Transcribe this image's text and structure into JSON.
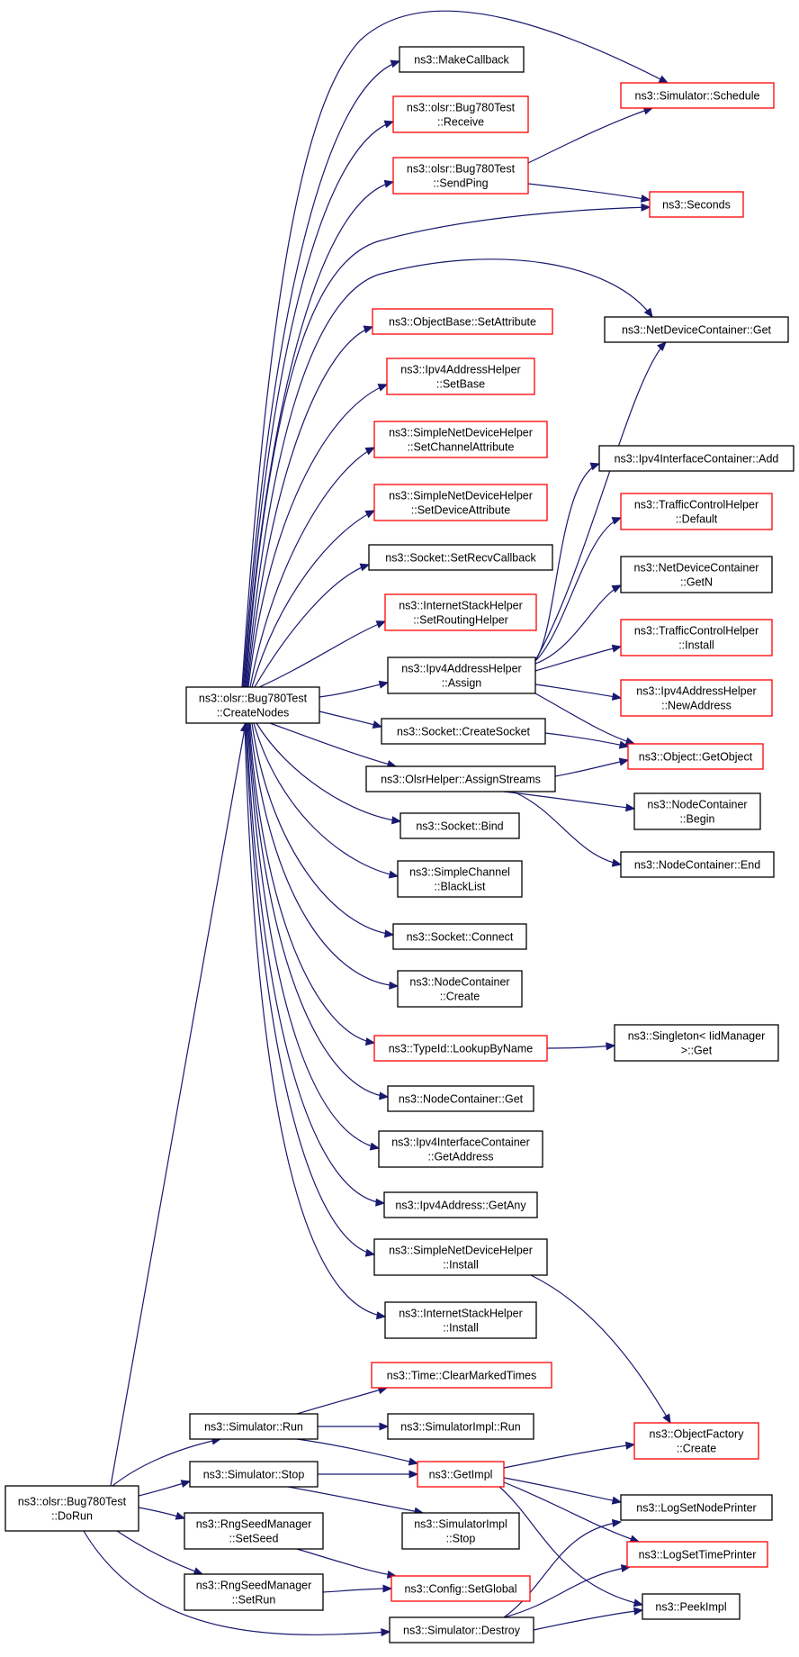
{
  "colors": {
    "edge": "#191970",
    "node_border": "#000000",
    "node_border_linked": "#ff0000",
    "root_fill": "#bfbfbf"
  },
  "nodes": [
    {
      "id": "dorun",
      "lines": [
        "ns3::olsr::Bug780Test",
        "::DoRun"
      ],
      "style": "root"
    },
    {
      "id": "createnodes",
      "lines": [
        "ns3::olsr::Bug780Test",
        "::CreateNodes"
      ],
      "style": "black"
    },
    {
      "id": "makecallback",
      "lines": [
        "ns3::MakeCallback"
      ],
      "style": "black"
    },
    {
      "id": "receive",
      "lines": [
        "ns3::olsr::Bug780Test",
        "::Receive"
      ],
      "style": "red"
    },
    {
      "id": "sendping",
      "lines": [
        "ns3::olsr::Bug780Test",
        "::SendPing"
      ],
      "style": "red"
    },
    {
      "id": "schedule",
      "lines": [
        "ns3::Simulator::Schedule"
      ],
      "style": "red"
    },
    {
      "id": "seconds",
      "lines": [
        "ns3::Seconds"
      ],
      "style": "red"
    },
    {
      "id": "setattribute",
      "lines": [
        "ns3::ObjectBase::SetAttribute"
      ],
      "style": "red"
    },
    {
      "id": "ndcget",
      "lines": [
        "ns3::NetDeviceContainer::Get"
      ],
      "style": "black"
    },
    {
      "id": "setbase",
      "lines": [
        "ns3::Ipv4AddressHelper",
        "::SetBase"
      ],
      "style": "red"
    },
    {
      "id": "setchannelattr",
      "lines": [
        "ns3::SimpleNetDeviceHelper",
        "::SetChannelAttribute"
      ],
      "style": "red"
    },
    {
      "id": "setdeviceattr",
      "lines": [
        "ns3::SimpleNetDeviceHelper",
        "::SetDeviceAttribute"
      ],
      "style": "red"
    },
    {
      "id": "setrecvcallback",
      "lines": [
        "ns3::Socket::SetRecvCallback"
      ],
      "style": "black"
    },
    {
      "id": "setroutinghelper",
      "lines": [
        "ns3::InternetStackHelper",
        "::SetRoutingHelper"
      ],
      "style": "red"
    },
    {
      "id": "assign",
      "lines": [
        "ns3::Ipv4AddressHelper",
        "::Assign"
      ],
      "style": "black"
    },
    {
      "id": "ificadd",
      "lines": [
        "ns3::Ipv4InterfaceContainer::Add"
      ],
      "style": "black"
    },
    {
      "id": "tcdefault",
      "lines": [
        "ns3::TrafficControlHelper",
        "::Default"
      ],
      "style": "red"
    },
    {
      "id": "ndcgetn",
      "lines": [
        "ns3::NetDeviceContainer",
        "::GetN"
      ],
      "style": "black"
    },
    {
      "id": "tcinstall",
      "lines": [
        "ns3::TrafficControlHelper",
        "::Install"
      ],
      "style": "red"
    },
    {
      "id": "newaddress",
      "lines": [
        "ns3::Ipv4AddressHelper",
        "::NewAddress"
      ],
      "style": "red"
    },
    {
      "id": "createsocket",
      "lines": [
        "ns3::Socket::CreateSocket"
      ],
      "style": "black"
    },
    {
      "id": "getobject",
      "lines": [
        "ns3::Object::GetObject"
      ],
      "style": "red"
    },
    {
      "id": "assignstreams",
      "lines": [
        "ns3::OlsrHelper::AssignStreams"
      ],
      "style": "black"
    },
    {
      "id": "ncbegin",
      "lines": [
        "ns3::NodeContainer",
        "::Begin"
      ],
      "style": "black"
    },
    {
      "id": "ncend",
      "lines": [
        "ns3::NodeContainer::End"
      ],
      "style": "black"
    },
    {
      "id": "bind",
      "lines": [
        "ns3::Socket::Bind"
      ],
      "style": "black"
    },
    {
      "id": "blacklist",
      "lines": [
        "ns3::SimpleChannel",
        "::BlackList"
      ],
      "style": "black"
    },
    {
      "id": "connect",
      "lines": [
        "ns3::Socket::Connect"
      ],
      "style": "black"
    },
    {
      "id": "nccreate",
      "lines": [
        "ns3::NodeContainer",
        "::Create"
      ],
      "style": "black"
    },
    {
      "id": "lookupbyname",
      "lines": [
        "ns3::TypeId::LookupByName"
      ],
      "style": "red"
    },
    {
      "id": "singletonget",
      "lines": [
        "ns3::Singleton< IidManager",
        " >::Get"
      ],
      "style": "black"
    },
    {
      "id": "ncget",
      "lines": [
        "ns3::NodeContainer::Get"
      ],
      "style": "black"
    },
    {
      "id": "getaddress",
      "lines": [
        "ns3::Ipv4InterfaceContainer",
        "::GetAddress"
      ],
      "style": "black"
    },
    {
      "id": "getany",
      "lines": [
        "ns3::Ipv4Address::GetAny"
      ],
      "style": "black"
    },
    {
      "id": "sndhinstall",
      "lines": [
        "ns3::SimpleNetDeviceHelper",
        "::Install"
      ],
      "style": "black"
    },
    {
      "id": "ishinstall",
      "lines": [
        "ns3::InternetStackHelper",
        "::Install"
      ],
      "style": "black"
    },
    {
      "id": "clearmarked",
      "lines": [
        "ns3::Time::ClearMarkedTimes"
      ],
      "style": "red"
    },
    {
      "id": "simrun",
      "lines": [
        "ns3::Simulator::Run"
      ],
      "style": "black"
    },
    {
      "id": "simimplrun",
      "lines": [
        "ns3::SimulatorImpl::Run"
      ],
      "style": "black"
    },
    {
      "id": "objfactorycreate",
      "lines": [
        "ns3::ObjectFactory",
        "::Create"
      ],
      "style": "red"
    },
    {
      "id": "simstop",
      "lines": [
        "ns3::Simulator::Stop"
      ],
      "style": "black"
    },
    {
      "id": "getimpl",
      "lines": [
        "ns3::GetImpl"
      ],
      "style": "red"
    },
    {
      "id": "logsetnodeprinter",
      "lines": [
        "ns3::LogSetNodePrinter"
      ],
      "style": "black"
    },
    {
      "id": "setseed",
      "lines": [
        "ns3::RngSeedManager",
        "::SetSeed"
      ],
      "style": "black"
    },
    {
      "id": "simimplstop",
      "lines": [
        "ns3::SimulatorImpl",
        "::Stop"
      ],
      "style": "black"
    },
    {
      "id": "logsettimeprinter",
      "lines": [
        "ns3::LogSetTimePrinter"
      ],
      "style": "red"
    },
    {
      "id": "setrun",
      "lines": [
        "ns3::RngSeedManager",
        "::SetRun"
      ],
      "style": "black"
    },
    {
      "id": "setglobal",
      "lines": [
        "ns3::Config::SetGlobal"
      ],
      "style": "red"
    },
    {
      "id": "peekimpl",
      "lines": [
        "ns3::PeekImpl"
      ],
      "style": "black"
    },
    {
      "id": "simdestroy",
      "lines": [
        "ns3::Simulator::Destroy"
      ],
      "style": "black"
    }
  ]
}
